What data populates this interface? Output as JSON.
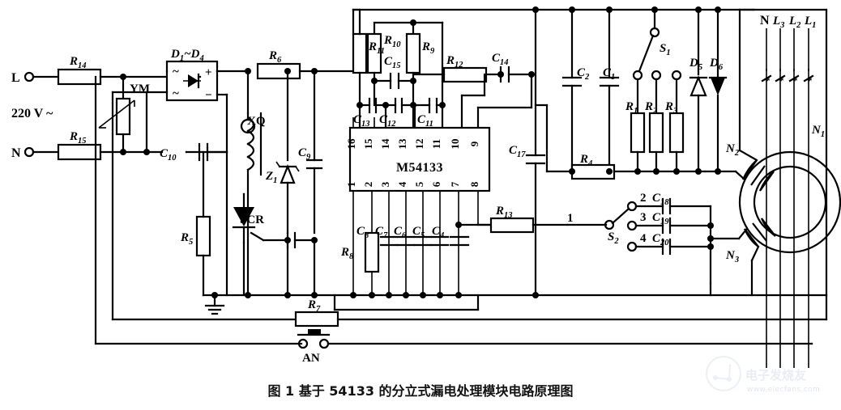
{
  "figure": {
    "caption": "图 1   基于 54133 的分立式漏电处理模块电路原理图",
    "watermark_cn": "电子发烧友",
    "watermark_url": "www.elecfans.com"
  },
  "ic": {
    "name": "M54133",
    "pins_top": [
      "16",
      "15",
      "14",
      "13",
      "12",
      "11",
      "10",
      "9"
    ],
    "pins_bottom": [
      "1",
      "2",
      "3",
      "4",
      "5",
      "6",
      "7",
      "8"
    ]
  },
  "terminals": {
    "line_in": "L",
    "neutral_in": "N",
    "supply": "220 V ~",
    "out_n": "N",
    "out_l3": "L",
    "out_l3_sub": "3",
    "out_l2": "L",
    "out_l2_sub": "2",
    "out_l1": "L",
    "out_l1_sub": "1"
  },
  "components": {
    "r1": "R",
    "r1_sub": "1",
    "r2": "R",
    "r2_sub": "2",
    "r3": "R",
    "r3_sub": "3",
    "r4": "R",
    "r4_sub": "4",
    "r5": "R",
    "r5_sub": "5",
    "r6": "R",
    "r6_sub": "6",
    "r7": "R",
    "r7_sub": "7",
    "r8": "R",
    "r8_sub": "8",
    "r9": "R",
    "r9_sub": "9",
    "r10": "R",
    "r10_sub": "10",
    "r11": "R",
    "r11_sub": "11",
    "r12": "R",
    "r12_sub": "12",
    "r13": "R",
    "r13_sub": "13",
    "r14": "R",
    "r14_sub": "14",
    "r15": "R",
    "r15_sub": "15",
    "c1": "C",
    "c1_sub": "1",
    "c2": "C",
    "c2_sub": "2",
    "c4": "C",
    "c4_sub": "4",
    "c5": "C",
    "c5_sub": "5",
    "c6": "C",
    "c6_sub": "6",
    "c7": "C",
    "c7_sub": "7",
    "c8": "C",
    "c8_sub": "8",
    "c9": "C",
    "c9_sub": "9",
    "c10": "C",
    "c10_sub": "10",
    "c11": "C",
    "c11_sub": "11",
    "c12": "C",
    "c12_sub": "12",
    "c13": "C",
    "c13_sub": "13",
    "c14": "C",
    "c14_sub": "14",
    "c15": "C",
    "c15_sub": "15",
    "c17": "C",
    "c17_sub": "17",
    "c18": "C",
    "c18_sub": "18",
    "c19": "C",
    "c19_sub": "19",
    "c20": "C",
    "c20_sub": "20",
    "z1": "Z",
    "z1_sub": "1",
    "d5": "D",
    "d5_sub": "5",
    "d6": "D",
    "d6_sub": "6",
    "bridge": "D",
    "bridge_sub": "1",
    "bridge_tail": "~D",
    "bridge_tail_sub": "4",
    "scr": "SCR",
    "xq": "XQ",
    "ym": "YM",
    "an": "AN",
    "s1": "S",
    "s1_sub": "1",
    "s2": "S",
    "s2_sub": "2",
    "n1": "N",
    "n1_sub": "1",
    "n2": "N",
    "n2_sub": "2",
    "n3": "N",
    "n3_sub": "3",
    "bridge_ac1": "~",
    "bridge_ac2": "~",
    "bridge_plus": "+",
    "bridge_minus": "−"
  },
  "switch_positions": {
    "s2_common": "1",
    "s2_pos2": "2",
    "s2_pos3": "3",
    "s2_pos4": "4"
  }
}
